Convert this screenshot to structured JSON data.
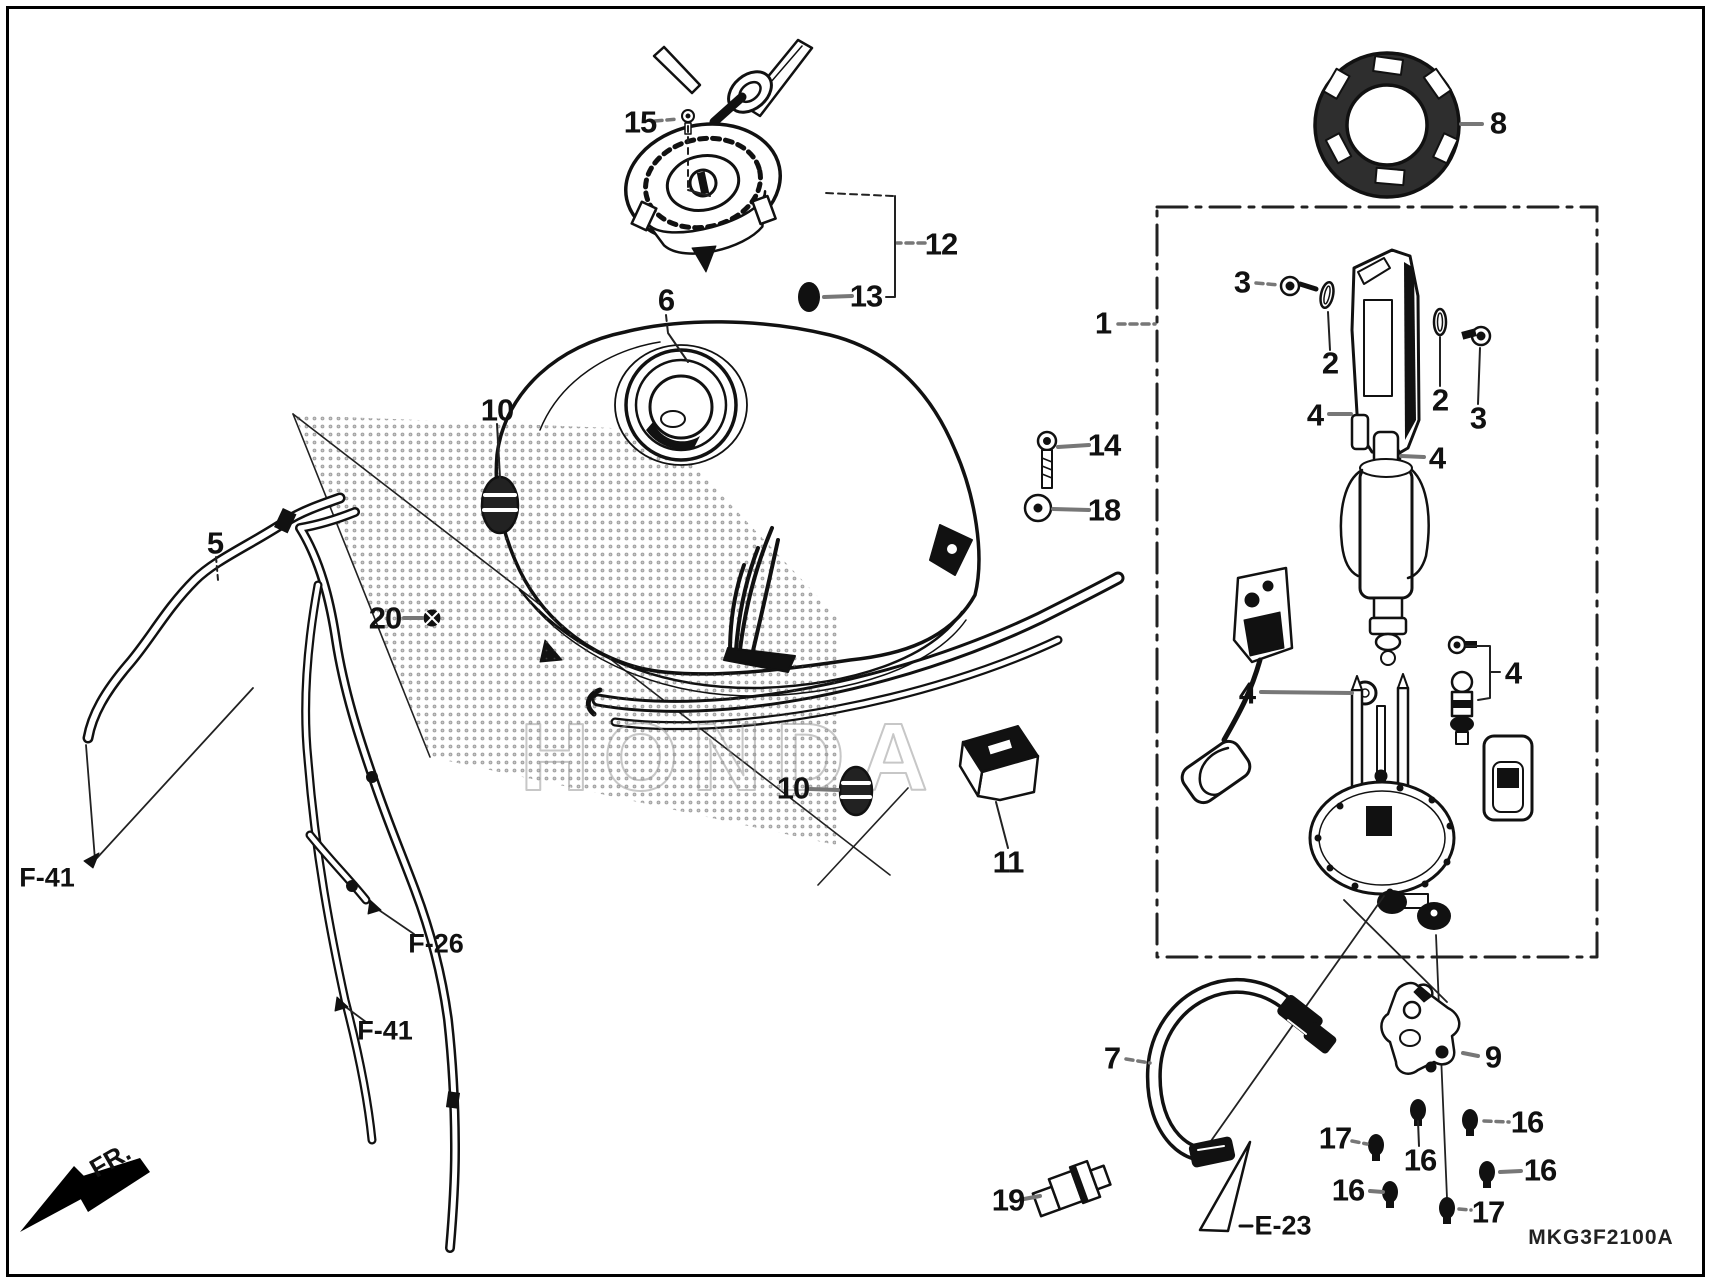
{
  "meta": {
    "diagram_code": "MKG3F2100A",
    "watermark": "HONDA",
    "line_color": "#111111",
    "background": "#ffffff"
  },
  "part_labels": [
    {
      "text": "15"
    },
    {
      "text": "12"
    },
    {
      "text": "13"
    },
    {
      "text": "6"
    },
    {
      "text": "10"
    },
    {
      "text": "5"
    },
    {
      "text": "20"
    },
    {
      "text": "10"
    },
    {
      "text": "11"
    },
    {
      "text": "14"
    },
    {
      "text": "18"
    },
    {
      "text": "8"
    },
    {
      "text": "1"
    },
    {
      "text": "3"
    },
    {
      "text": "2"
    },
    {
      "text": "4"
    },
    {
      "text": "2"
    },
    {
      "text": "3"
    },
    {
      "text": "4"
    },
    {
      "text": "4"
    },
    {
      "text": "4"
    },
    {
      "text": "7"
    },
    {
      "text": "9"
    },
    {
      "text": "17"
    },
    {
      "text": "16"
    },
    {
      "text": "16"
    },
    {
      "text": "16"
    },
    {
      "text": "16"
    },
    {
      "text": "17"
    },
    {
      "text": "19"
    }
  ],
  "ref_labels": [
    {
      "text": "F-41"
    },
    {
      "text": "F-26"
    },
    {
      "text": "F-41"
    },
    {
      "text": "E-23"
    },
    {
      "text": "FR."
    }
  ]
}
